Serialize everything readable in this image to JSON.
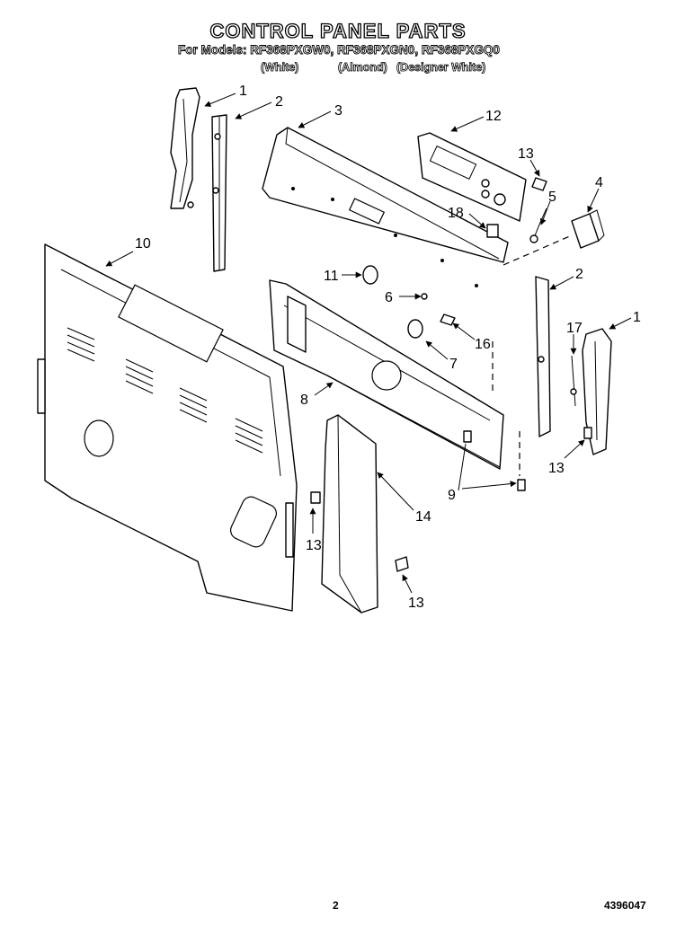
{
  "header": {
    "title": "CONTROL PANEL PARTS",
    "models_line": "For Models: RF368PXGW0, RF368PXGN0, RF368PXGQ0",
    "variants": [
      "(White)",
      "(Almond)",
      "(Designer White)"
    ]
  },
  "callouts": {
    "c1a": "1",
    "c2a": "2",
    "c3": "3",
    "c12": "12",
    "c13a": "13",
    "c5": "5",
    "c4": "4",
    "c18": "18",
    "c10": "10",
    "c11": "11",
    "c6": "6",
    "c2b": "2",
    "c17": "17",
    "c1b": "1",
    "c16": "16",
    "c7": "7",
    "c8": "8",
    "c13b": "13",
    "c9": "9",
    "c13c": "13",
    "c14": "14",
    "c13d": "13"
  },
  "footer": {
    "page_number": "2",
    "document_number": "4396047"
  }
}
